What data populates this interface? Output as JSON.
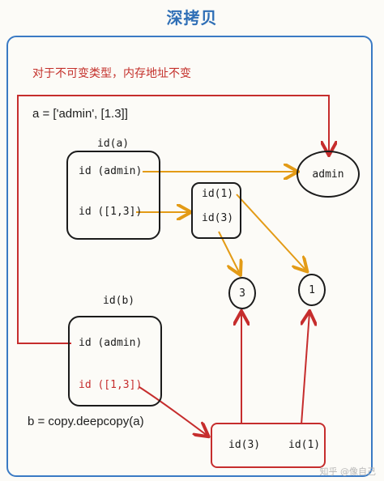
{
  "title": "深拷贝",
  "note": "对于不可变类型，内存地址不变",
  "code_a": "a = ['admin', [1.3]]",
  "code_b": "b = copy.deepcopy(a)",
  "box_a": {
    "caption": "id(a)",
    "item1": "id (admin)",
    "item2": "id ([1,3])"
  },
  "box_b": {
    "caption": "id(b)",
    "item1": "id (admin)",
    "item2": "id ([1,3])"
  },
  "inner_list": {
    "item1": "id(1)",
    "item2": "id(3)"
  },
  "copy_list": {
    "item1": "id(3)",
    "item2": "id(1)"
  },
  "nodes": {
    "admin": "admin",
    "three": "3",
    "one": "1"
  },
  "watermark": "知乎 @像自己",
  "colors": {
    "red": "#c62d2d",
    "orange": "#e39b16",
    "ink": "#1b1b1b",
    "blue": "#2f6fb6"
  }
}
